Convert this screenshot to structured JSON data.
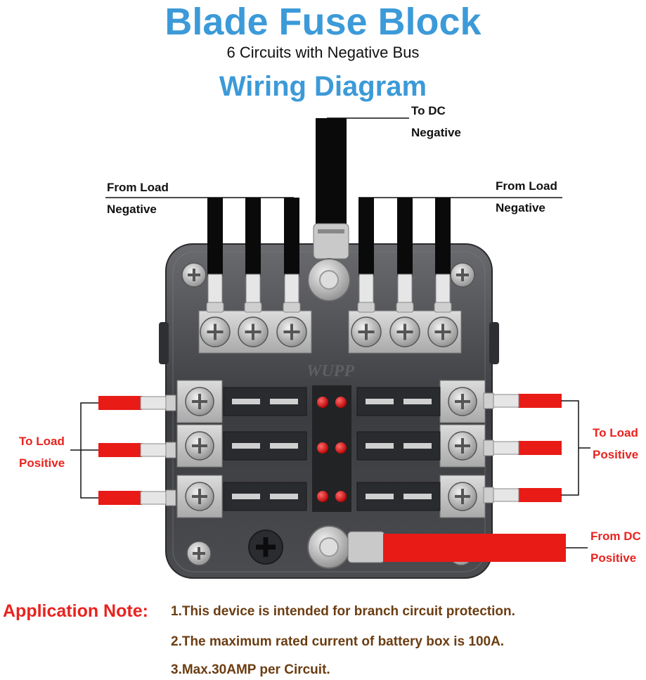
{
  "header": {
    "title": "Blade Fuse Block",
    "subtitle": "6 Circuits with Negative Bus",
    "title2": "Wiring Diagram"
  },
  "labels": {
    "to_dc_negative": [
      "To DC",
      "Negative"
    ],
    "from_load_negative_left": [
      "From Load",
      "Negative"
    ],
    "from_load_negative_right": [
      "From Load",
      "Negative"
    ],
    "to_load_positive_left": [
      "To Load",
      "Positive"
    ],
    "to_load_positive_right": [
      "To Load",
      "Positive"
    ],
    "from_dc_positive": [
      "From DC",
      "Positive"
    ]
  },
  "device": {
    "brand": "WUPP"
  },
  "application_note": {
    "heading": "Application Note:",
    "items": [
      "1.This device is intended for branch circuit protection.",
      "2.The maximum rated current of battery box is 100A.",
      "3.Max.30AMP per Circuit."
    ]
  },
  "colors": {
    "title_blue": "#3c9ad8",
    "label_red": "#e8231f",
    "note_brown": "#6b3d12",
    "wire_red": "#e81b17",
    "wire_black": "#0a0a0a",
    "housing_dark": "#3a3b3e"
  }
}
